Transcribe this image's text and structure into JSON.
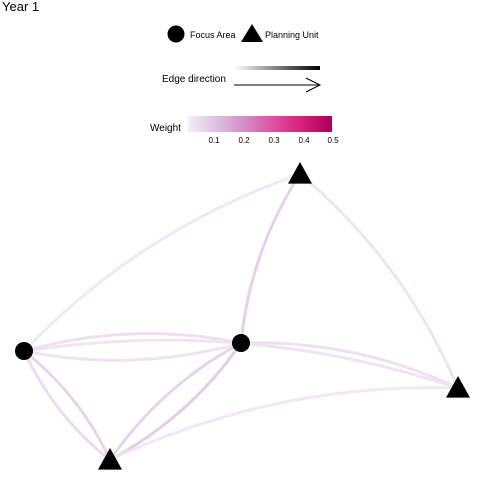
{
  "title": "Year 1",
  "legend": {
    "focus_area_label": "Focus Area",
    "planning_unit_label": "Planning Unit",
    "edge_direction_label": "Edge direction",
    "weight_label": "Weight",
    "weight_ticks": [
      "0.1",
      "0.2",
      "0.3",
      "0.4",
      "0.5"
    ],
    "weight_colors": [
      "#f3eef6",
      "#dcc0e0",
      "#d48ac4",
      "#dd4fa0",
      "#d61d7c",
      "#a80058"
    ]
  },
  "nodes": [
    {
      "id": "pu-top",
      "type": "Planning Unit"
    },
    {
      "id": "fa-left",
      "type": "Focus Area"
    },
    {
      "id": "fa-center",
      "type": "Focus Area"
    },
    {
      "id": "pu-right",
      "type": "Planning Unit"
    },
    {
      "id": "pu-bottom",
      "type": "Planning Unit"
    }
  ],
  "edges": [
    {
      "from": "fa-center",
      "to": "pu-top",
      "weight": 0.08
    },
    {
      "from": "fa-center",
      "to": "pu-bottom",
      "weight": 0.09
    },
    {
      "from": "pu-bottom",
      "to": "fa-center",
      "weight": 0.07
    },
    {
      "from": "fa-left",
      "to": "pu-bottom",
      "weight": 0.07
    },
    {
      "from": "pu-bottom",
      "to": "fa-left",
      "weight": 0.05
    },
    {
      "from": "fa-left",
      "to": "fa-center",
      "weight": 0.04
    },
    {
      "from": "fa-center",
      "to": "fa-left",
      "weight": 0.03
    },
    {
      "from": "fa-center",
      "to": "pu-right",
      "weight": 0.04
    },
    {
      "from": "fa-left",
      "to": "pu-right",
      "weight": 0.03
    },
    {
      "from": "pu-top",
      "to": "pu-right",
      "weight": 0.03
    },
    {
      "from": "fa-left",
      "to": "pu-top",
      "weight": 0.02
    },
    {
      "from": "pu-bottom",
      "to": "pu-right",
      "weight": 0.02
    }
  ]
}
